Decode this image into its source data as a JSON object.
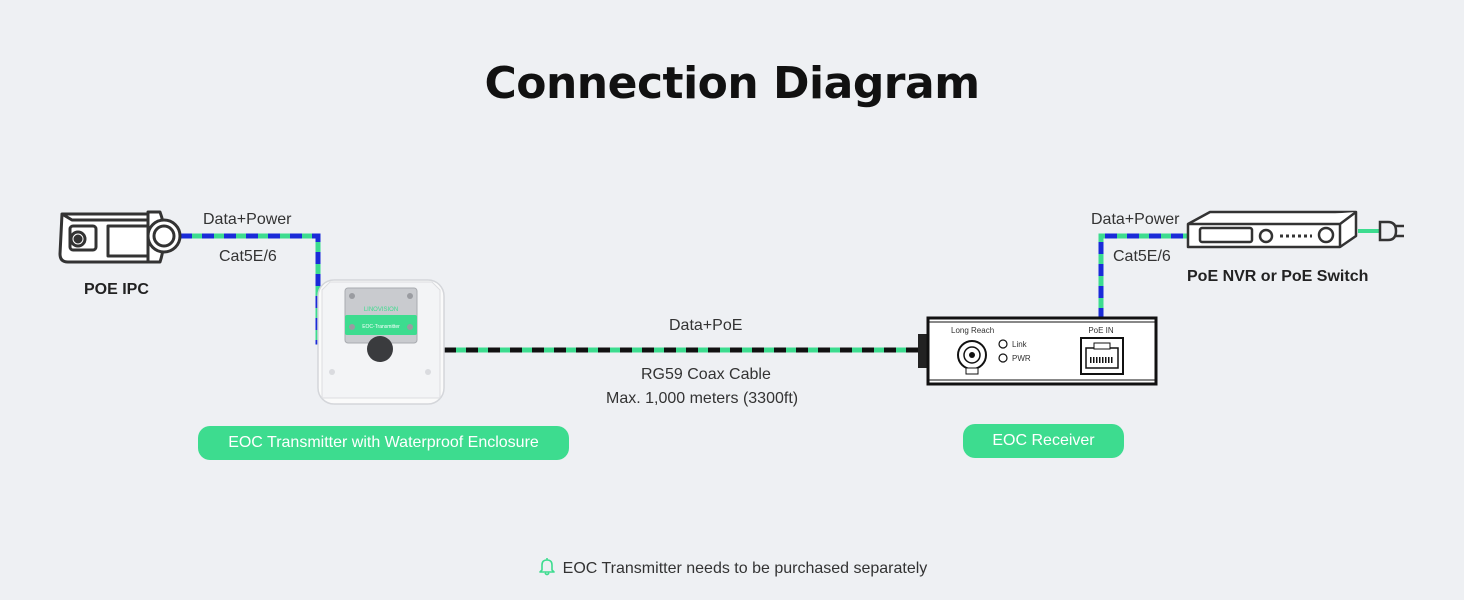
{
  "title": "Connection Diagram",
  "left": {
    "camera_label": "POE IPC",
    "cable_top": "Data+Power",
    "cable_bottom": "Cat5E/6",
    "transmitter_brand": "LINOVISION",
    "transmitter_badge": "EOC-Transmitter",
    "transmitter_pill": "EOC Transmitter with Waterproof Enclosure"
  },
  "middle": {
    "top": "Data+PoE",
    "cable": "RG59 Coax Cable",
    "distance": "Max. 1,000 meters (3300ft)"
  },
  "right": {
    "cable_top": "Data+Power",
    "cable_bottom": "Cat5E/6",
    "nvr_label": "PoE NVR or PoE Switch",
    "receiver_long_reach": "Long Reach",
    "receiver_link": "Link",
    "receiver_pwr": "PWR",
    "receiver_poe_in": "PoE IN",
    "receiver_pill": "EOC Receiver"
  },
  "note": "EOC Transmitter needs to be purchased separately",
  "colors": {
    "accent_green": "#3ddc8f",
    "cable_blue": "#1a2bd8",
    "cable_black": "#111111"
  }
}
